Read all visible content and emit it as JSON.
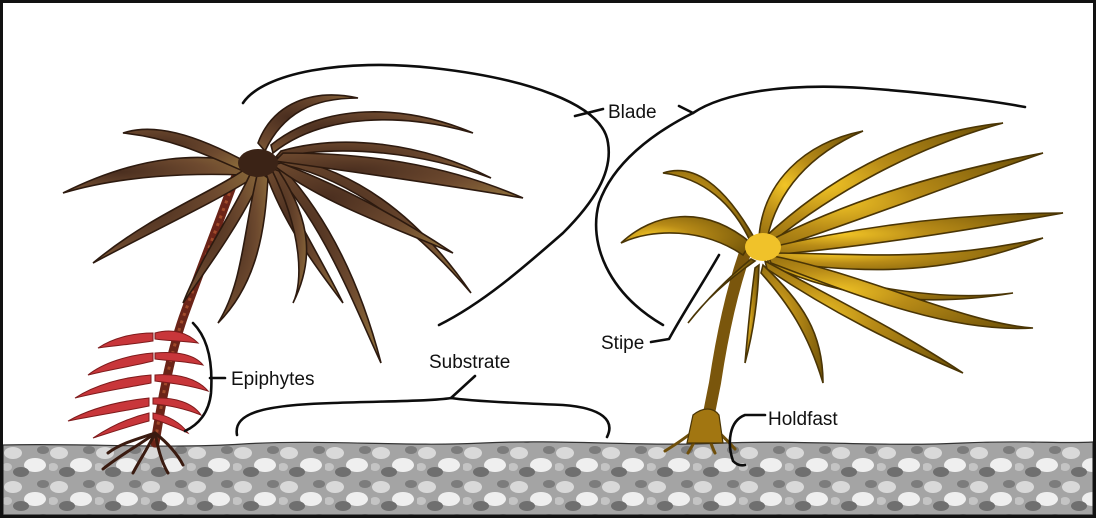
{
  "labels": {
    "blade": "Blade",
    "stipe": "Stipe",
    "holdfast": "Holdfast",
    "epiphytes": "Epiphytes",
    "substrate": "Substrate"
  },
  "colors": {
    "left_kelp": "#6b4428",
    "right_kelp": "#a27611",
    "epiphyte": "#c8363a",
    "rock": "#9c9c9c"
  }
}
